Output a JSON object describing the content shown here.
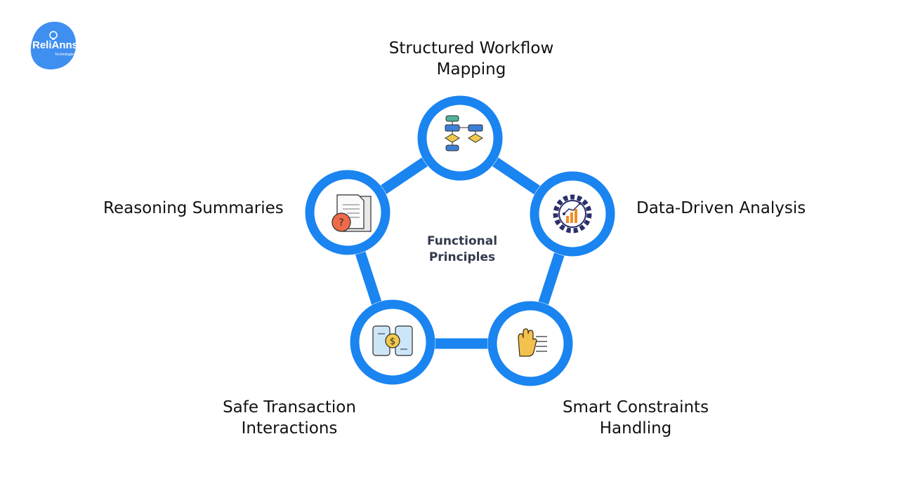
{
  "logo": {
    "text": "ReliAnns",
    "subtext": "Technologies"
  },
  "diagram": {
    "center_title_line1": "Functional",
    "center_title_line2": "Principles",
    "nodes": [
      {
        "id": "workflow",
        "line1": "Structured Workflow",
        "line2": "Mapping",
        "icon": "flowchart-icon"
      },
      {
        "id": "data",
        "line1": "Data-Driven Analysis",
        "line2": "",
        "icon": "analytics-gear-icon"
      },
      {
        "id": "constraints",
        "line1": "Smart Constraints",
        "line2": "Handling",
        "icon": "stop-hand-icon"
      },
      {
        "id": "transaction",
        "line1": "Safe Transaction",
        "line2": "Interactions",
        "icon": "phone-transfer-icon"
      },
      {
        "id": "reasoning",
        "line1": "Reasoning Summaries",
        "line2": "",
        "icon": "document-question-icon"
      }
    ]
  },
  "colors": {
    "accent": "#1a84f0",
    "text": "#111111",
    "center_text": "#333a4d"
  }
}
